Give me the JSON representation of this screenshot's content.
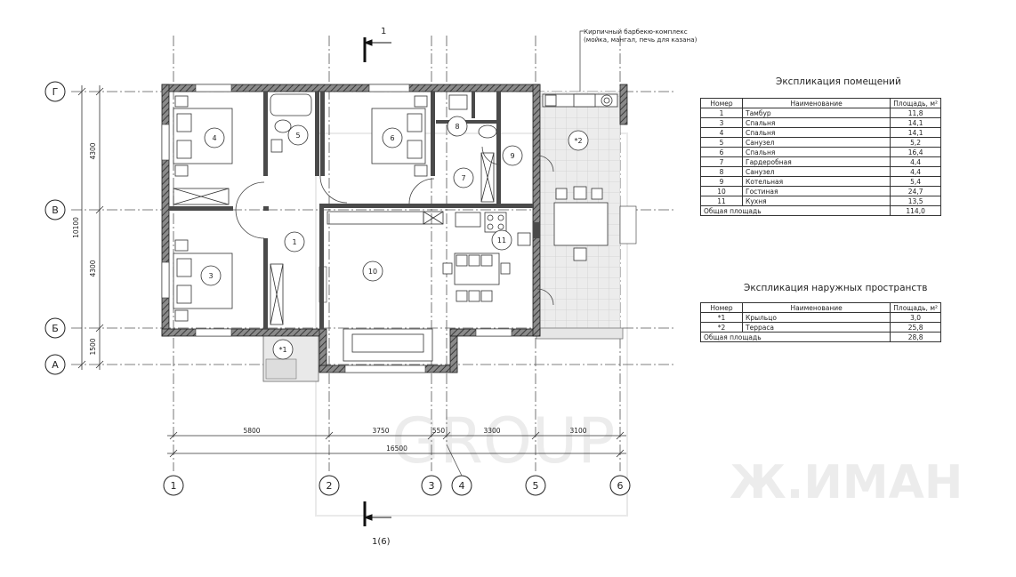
{
  "section": {
    "top_label": "1",
    "bottom_label": "1(6)"
  },
  "annotation": {
    "line1": "Кирпичный барбекю-комплекс",
    "line2": "(мойка, мангал, печь для казана)"
  },
  "axes_letters": [
    "Г",
    "В",
    "Б",
    "А"
  ],
  "axes_numbers": [
    "1",
    "2",
    "3",
    "4",
    "5",
    "6"
  ],
  "dimensions": {
    "left": [
      "4300",
      "4300",
      "1500"
    ],
    "left_total": "10100",
    "bottom": [
      "5800",
      "3750",
      "550",
      "3300",
      "3100"
    ],
    "bottom_total": "16500"
  },
  "room_marks": [
    "4",
    "5",
    "6",
    "8",
    "7",
    "9",
    "*2",
    "1",
    "3",
    "10",
    "11",
    "*1"
  ],
  "watermark": {
    "brand": "GROUP",
    "site": "Ж.ИМАН"
  },
  "rooms_table": {
    "title": "Экспликация помещений",
    "headers": {
      "num": "Номер",
      "name": "Наименование",
      "area": "Площадь, м²"
    },
    "rows": [
      {
        "num": "1",
        "name": "Тамбур",
        "area": "11,8"
      },
      {
        "num": "3",
        "name": "Спальня",
        "area": "14,1"
      },
      {
        "num": "4",
        "name": "Спальня",
        "area": "14,1"
      },
      {
        "num": "5",
        "name": "Санузел",
        "area": "5,2"
      },
      {
        "num": "6",
        "name": "Спальня",
        "area": "16,4"
      },
      {
        "num": "7",
        "name": "Гардеробная",
        "area": "4,4"
      },
      {
        "num": "8",
        "name": "Санузел",
        "area": "4,4"
      },
      {
        "num": "9",
        "name": "Котельная",
        "area": "5,4"
      },
      {
        "num": "10",
        "name": "Гостиная",
        "area": "24,7"
      },
      {
        "num": "11",
        "name": "Кухня",
        "area": "13,5"
      }
    ],
    "total_label": "Общая площадь",
    "total_area": "114,0"
  },
  "outdoor_table": {
    "title": "Экспликация наружных пространств",
    "headers": {
      "num": "Номер",
      "name": "Наименование",
      "area": "Площадь, м²"
    },
    "rows": [
      {
        "num": "*1",
        "name": "Крыльцо",
        "area": "3,0"
      },
      {
        "num": "*2",
        "name": "Терраса",
        "area": "25,8"
      }
    ],
    "total_label": "Общая площадь",
    "total_area": "28,8"
  }
}
